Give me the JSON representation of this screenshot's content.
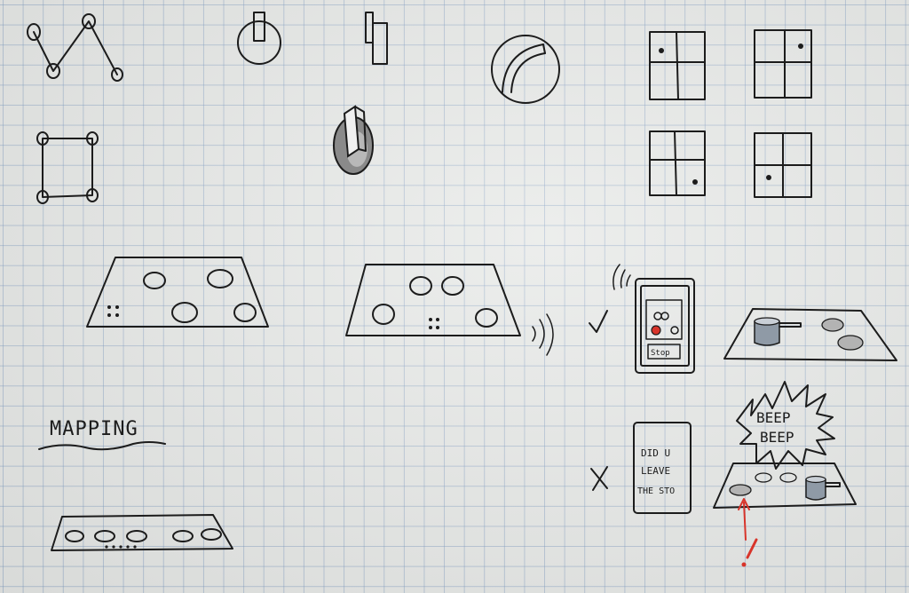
{
  "labels": {
    "mapping": "MAPPING",
    "stop_button": "Stop",
    "beep": "BEEP\nBEEP",
    "beep_line1": "BEEP",
    "beep_line2": "BEEP",
    "phone_msg_line1": "DID U",
    "phone_msg_line2": "LEAVE",
    "phone_msg_line3": "THE STO",
    "alert_mark": "!"
  },
  "colors": {
    "ink": "#1c1c1c",
    "paper": "#e6e8e6",
    "grid": "#7896be",
    "alert_red": "#d8342a"
  }
}
